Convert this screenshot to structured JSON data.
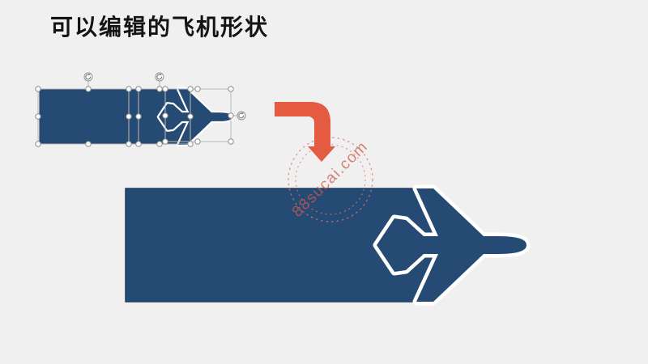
{
  "slide": {
    "title": "可以编辑的飞机形状",
    "background_color": "#f0f0f1",
    "colors": {
      "navy": "#254a73",
      "navy_border": "#1e3d63",
      "arrow_red": "#e55b41",
      "outline_white": "#ffffff",
      "handle_fill": "#ffffff",
      "handle_stroke": "#8f8f8f",
      "selection_box": "#b9b9b9",
      "watermark": "#cf5a4a"
    },
    "objects": {
      "small_shape": {
        "description": "small airplane banner shape, selected for editing",
        "selected": true
      },
      "transform_arrow": {
        "description": "bent arrow pointing down to enlarged result"
      },
      "large_shape": {
        "description": "enlarged airplane banner shape"
      }
    },
    "watermark": {
      "text": "88sucai.com"
    }
  }
}
